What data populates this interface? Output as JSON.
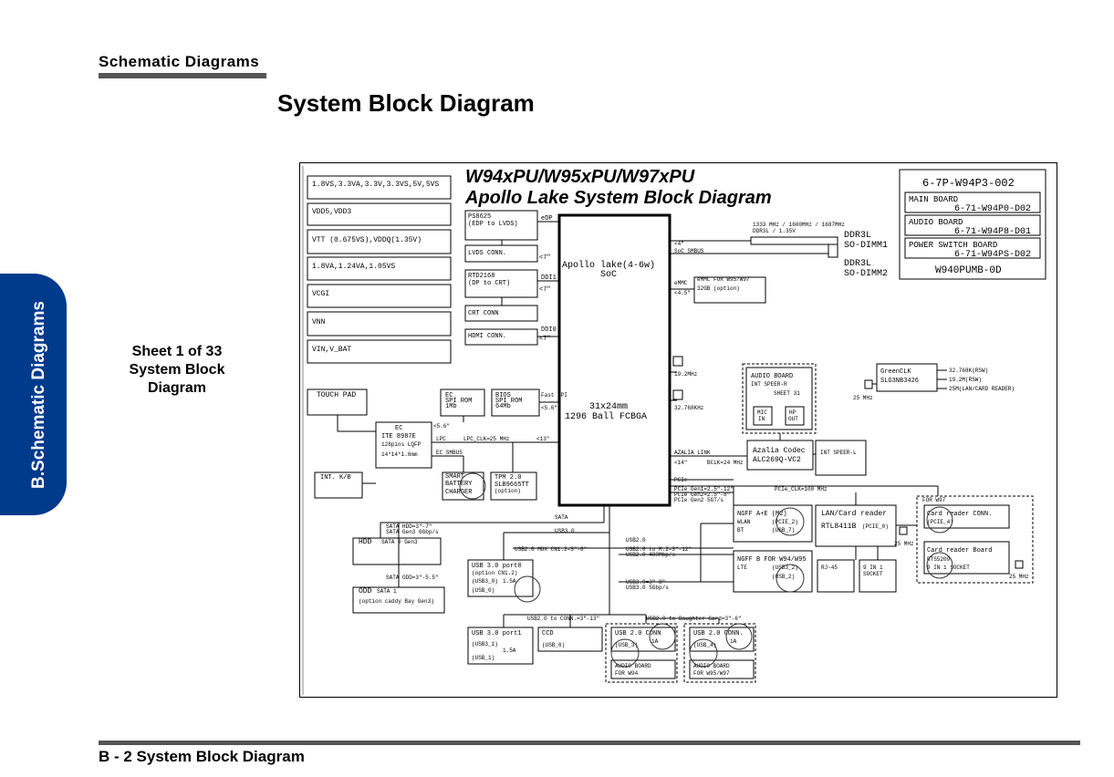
{
  "header": {
    "section_title": "Schematic  Diagrams",
    "page_title": "System Block Diagram"
  },
  "side_tab": {
    "label": "B.Schematic Diagrams",
    "color": "#003a8c"
  },
  "sheet_note": {
    "line1": "Sheet 1 of 33",
    "line2": "System Block",
    "line3": "Diagram"
  },
  "footer": {
    "label": "B - 2  System Block Diagram"
  },
  "diagram": {
    "title_line1": "W94xPU/W95xPU/W97xPU",
    "title_line2": "Apollo Lake System Block Diagram",
    "boards": {
      "model": "6-7P-W94P3-002",
      "main_board": "MAIN BOARD",
      "main_board_pn": "6-71-W94P0-D02",
      "audio_board": "AUDIO BOARD",
      "audio_board_pn": "6-71-W94P8-D01",
      "power_board": "POWER SWITCH BOARD",
      "power_board_pn": "6-71-W94PS-D02",
      "rev": "W940PUMB-0D"
    },
    "power_rails": [
      "1.8VS,3.3VA,3.3V,3.3VS,5V,5VS",
      "VDD5,VDD3",
      "VTT  (0.675VS),VDDQ(1.35V)",
      "1.8VA,1.24VA,1.05VS",
      "VCGI",
      "VNN",
      "VIN,V_BAT"
    ],
    "soc": {
      "name": "Apollo lake(4-6w)",
      "sub": "SoC",
      "pkg1": "31x24mm",
      "pkg2": "1296 Ball FCBGA"
    },
    "display": {
      "ps8625": "PS8625",
      "ps8625_sub": "(EDP to LVDS)",
      "edp": "eDP",
      "lvds": "LVDS  CONN.",
      "lvds_sig": "<7\"",
      "rtd2168": "RTD2168",
      "rtd2168_sub": "(DP to CRT)",
      "ddi1": "DDI1",
      "ddi1_sig": "<7\"",
      "crt": "CRT  CONN",
      "hdmi": "HDMI  CONN.",
      "ddi0": "DDI0",
      "ddi0_sig": "<7\""
    },
    "memory": {
      "speed": "1333 MHz / 1600MHz / 1687MHz",
      "type": "DDR3L / 1.35V",
      "dimm1_a": "DDR3L",
      "dimm1_b": "SO-DIMM1",
      "dimm2_a": "DDR3L",
      "dimm2_b": "SO-DIMM2",
      "sig": "<4\"",
      "smbus": "SoC SMBUS",
      "emmc_label": "eMMC",
      "emmc_sig": "<4.5\"",
      "emmc": "eMMC FOR W95/W97",
      "emmc_size": "32GB (option)"
    },
    "clocks": {
      "c1": "19.2MHz",
      "c2": "32.768KHz",
      "gclk": "GreenCLK",
      "gclk_part": "SLG3NB3426",
      "out1": "32.768K(RSW)",
      "out2": "19.2M(RSW)",
      "out3": "25M(LAN/CARD  READER)",
      "in": "25 MHz"
    },
    "ec": {
      "touchpad": "TOUCH  PAD",
      "ec_rom_a": "EC",
      "ec_rom_b": "SPI ROM",
      "ec_rom_c": "1Mb",
      "bios_a": "BIOS",
      "bios_b": "SPI ROM",
      "bios_c": "64Mb",
      "fast_spi": "Fast SPI",
      "spi_sig": "<5.6\"",
      "ec_name": "EC",
      "ec_part": "ITE  8987E",
      "ec_pkg": "128pins  LQFP",
      "ec_size": "14*14*1.6mm",
      "ec_sig": "<5.6\"",
      "lpc": "LPC",
      "lpc_clk": "LPC_CLK=25  MHz",
      "lpc_sig": "<13\"",
      "ec_smbus": "EC  SMBUS",
      "kb": "INT.  K/B",
      "charger_a": "SMART",
      "charger_b": "BATTERY",
      "charger_c": "CHARGER",
      "tpm_a": "TPM  2.0",
      "tpm_b": "SLB9665TT",
      "tpm_c": "(option)"
    },
    "audio": {
      "board": "AUDIO  BOARD",
      "speaker_r": "INT  SPEER-R",
      "sheet": "SHEET  31",
      "mic": "MIC",
      "mic_in": "IN",
      "hp": "HP",
      "hp_out": "OUT",
      "codec": "Azalia  Codec",
      "codec_part": "ALC269Q-VC2",
      "speaker_l": "INT  SPEER-L",
      "link": "AZALIA  LINK",
      "link_sig": "<14\"",
      "bclk": "BCLK=24  MHz"
    },
    "pcie": {
      "label": "PCIe",
      "gen1": "PCIe  Gen1=2.5\"-12\"",
      "gen2a": "PCIe  Gen2=2.5\"-8\"",
      "gen2b": "PCIe  Gen2  5GT/s",
      "clk": "PCIe_CLK=100  MHz",
      "ngff_a": "NGFF  A+E  (M2)",
      "ngff_a_wlan": "WLAN",
      "ngff_a_bt": "BT",
      "ngff_a_pcie": "(PCIE_2)",
      "ngff_a_usb": "(USB_7)",
      "ngff_b": "NGFF  B  FOR  W94/W95",
      "ngff_b_lte": "LTE",
      "ngff_b_usb": "(USB3_2)",
      "ngff_b_usb2": "(USB_2)",
      "lan": "LAN/Card  reader",
      "lan_part": "RTL8411B",
      "lan_pcie": "(PCIE_0)",
      "lan_clk": "25 MHz",
      "rj45": "RJ-45",
      "nine_in_one_a": "9  IN  1",
      "nine_in_one_b": "SOCKET",
      "for_w97": "FOR  W97",
      "cr_conn": "Card  reader  CONN.",
      "cr_pcie": "(PCIE_4)",
      "cr_board": "Card  reader  Board",
      "cr_part": "RTS5209",
      "cr_socket": "9  IN  1  SOCKET",
      "cr_clk": "25 MHz"
    },
    "storage": {
      "sata": "SATA",
      "hdd_sig": "SATA  HDD=3\"-7\"",
      "hdd_gen": "SATA  Gen3  6Gbp/s",
      "hdd": "HDD",
      "hdd_port": "SATA  0  Gen3",
      "odd_sig": "SATA  ODD=3\"-5.5\"",
      "odd": "ODD",
      "odd_port": "SATA  1",
      "odd_note": "(option  caddy  Bay  Gen3)"
    },
    "usb": {
      "usb30": "USB3.0",
      "usb20": "USB2.0",
      "mux": "USB2.0  MUX  CN1.2=3\"-6\"",
      "to_m2": "USB2.0  to  M.2=3\"-12\"",
      "rate": "USB2.0  480Mbp/s",
      "usb3_len": "USB3.0=3\"-8\"",
      "usb3_rate": "USB3.0  5Gbp/s",
      "p0": "USB  3.0  port0",
      "p0_opt": "(option  CN1.2)",
      "p0_usb3": "(USB3_0)",
      "p0_amp": "1.5A",
      "p0_usb": "(USB_0)",
      "conn_sig": "USB2.0  to  CONN.=3\"-13\"",
      "db_sig": "USB2.0  to  Daughter  Card=3\"-6\"",
      "p1": "USB  3.0  port1",
      "p1_usb3": "(USB3_1)",
      "p1_amp": "1.5A",
      "p1_usb": "(USB_1)",
      "ccd": "CCD",
      "ccd_usb": "(USB_6)",
      "c3": "USB  2.0  CONN",
      "c3_usb": "(USB_3)",
      "c3_amp": "1A",
      "c4": "USB  2.0  CONN.",
      "c4_usb": "(USB_4)",
      "c4_amp": "1A",
      "ab94": "AUDIO  BOARD",
      "ab94_for": "FOR  W94",
      "ab95": "AUDIO  BOARD",
      "ab95_for": "FOR  W95/W97"
    }
  }
}
